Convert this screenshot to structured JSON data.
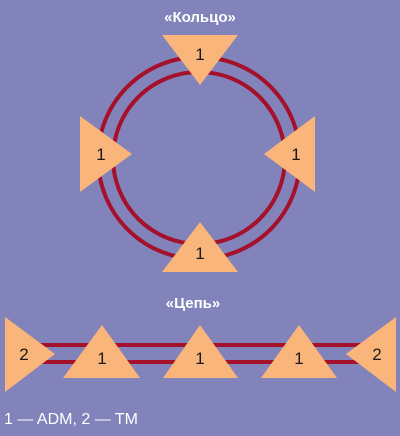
{
  "ring": {
    "title": "«Кольцо»",
    "nodes": [
      {
        "label": "1"
      },
      {
        "label": "1"
      },
      {
        "label": "1"
      },
      {
        "label": "1"
      }
    ]
  },
  "chain": {
    "title": "«Цепь»",
    "nodes": [
      {
        "label": "2"
      },
      {
        "label": "1"
      },
      {
        "label": "1"
      },
      {
        "label": "1"
      },
      {
        "label": "2"
      }
    ]
  },
  "legend": {
    "text": "1 — ADM, 2 — TM"
  },
  "colors": {
    "background": "#8283bb",
    "node_fill": "#f9b57a",
    "link": "#a5102a",
    "text_light": "#ffffff",
    "text_dark": "#1a1a1a"
  }
}
